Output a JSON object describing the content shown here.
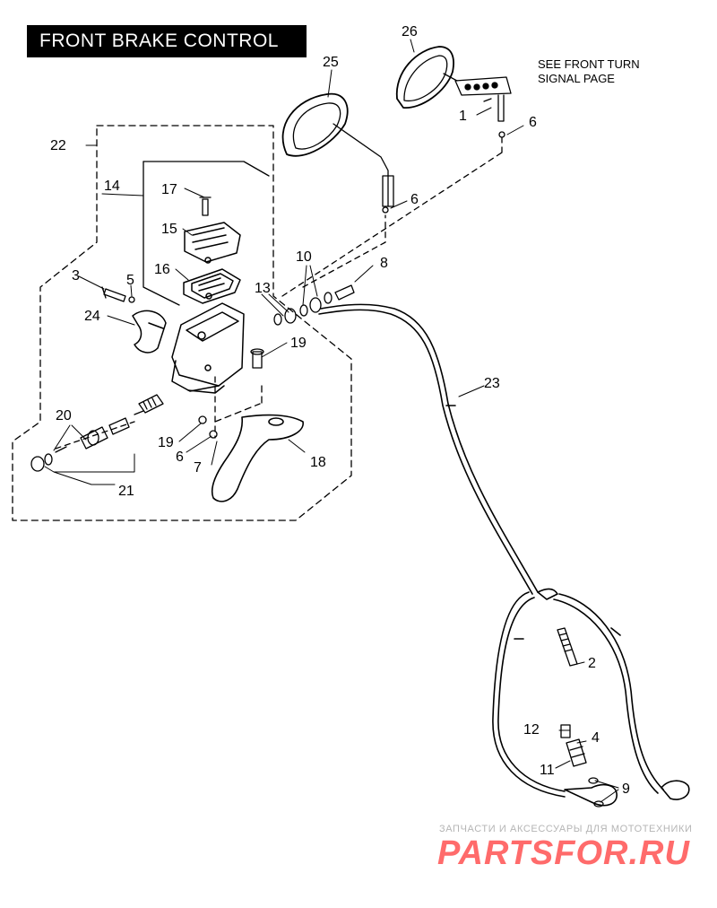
{
  "title": "FRONT BRAKE CONTROL",
  "note": {
    "line1": "SEE FRONT TURN",
    "line2": "SIGNAL PAGE"
  },
  "callouts": {
    "c1": "1",
    "c2": "2",
    "c3": "3",
    "c4": "4",
    "c5": "5",
    "c6a": "6",
    "c6b": "6",
    "c6c": "6",
    "c7": "7",
    "c8": "8",
    "c9": "9",
    "c10": "10",
    "c11": "11",
    "c12": "12",
    "c13": "13",
    "c14": "14",
    "c15": "15",
    "c16": "16",
    "c17": "17",
    "c18": "18",
    "c19a": "19",
    "c19b": "19",
    "c20": "20",
    "c21": "21",
    "c22": "22",
    "c23": "23",
    "c24": "24",
    "c25": "25",
    "c26": "26"
  },
  "watermark": {
    "small": "ЗАПЧАСТИ И АКСЕССУАРЫ ДЛЯ МОТОТЕХНИКИ",
    "big": "PARTSFOR.RU"
  },
  "colors": {
    "line": "#000000",
    "watermark_text": "#ff6b6b",
    "watermark_small": "#b5b5b5"
  }
}
